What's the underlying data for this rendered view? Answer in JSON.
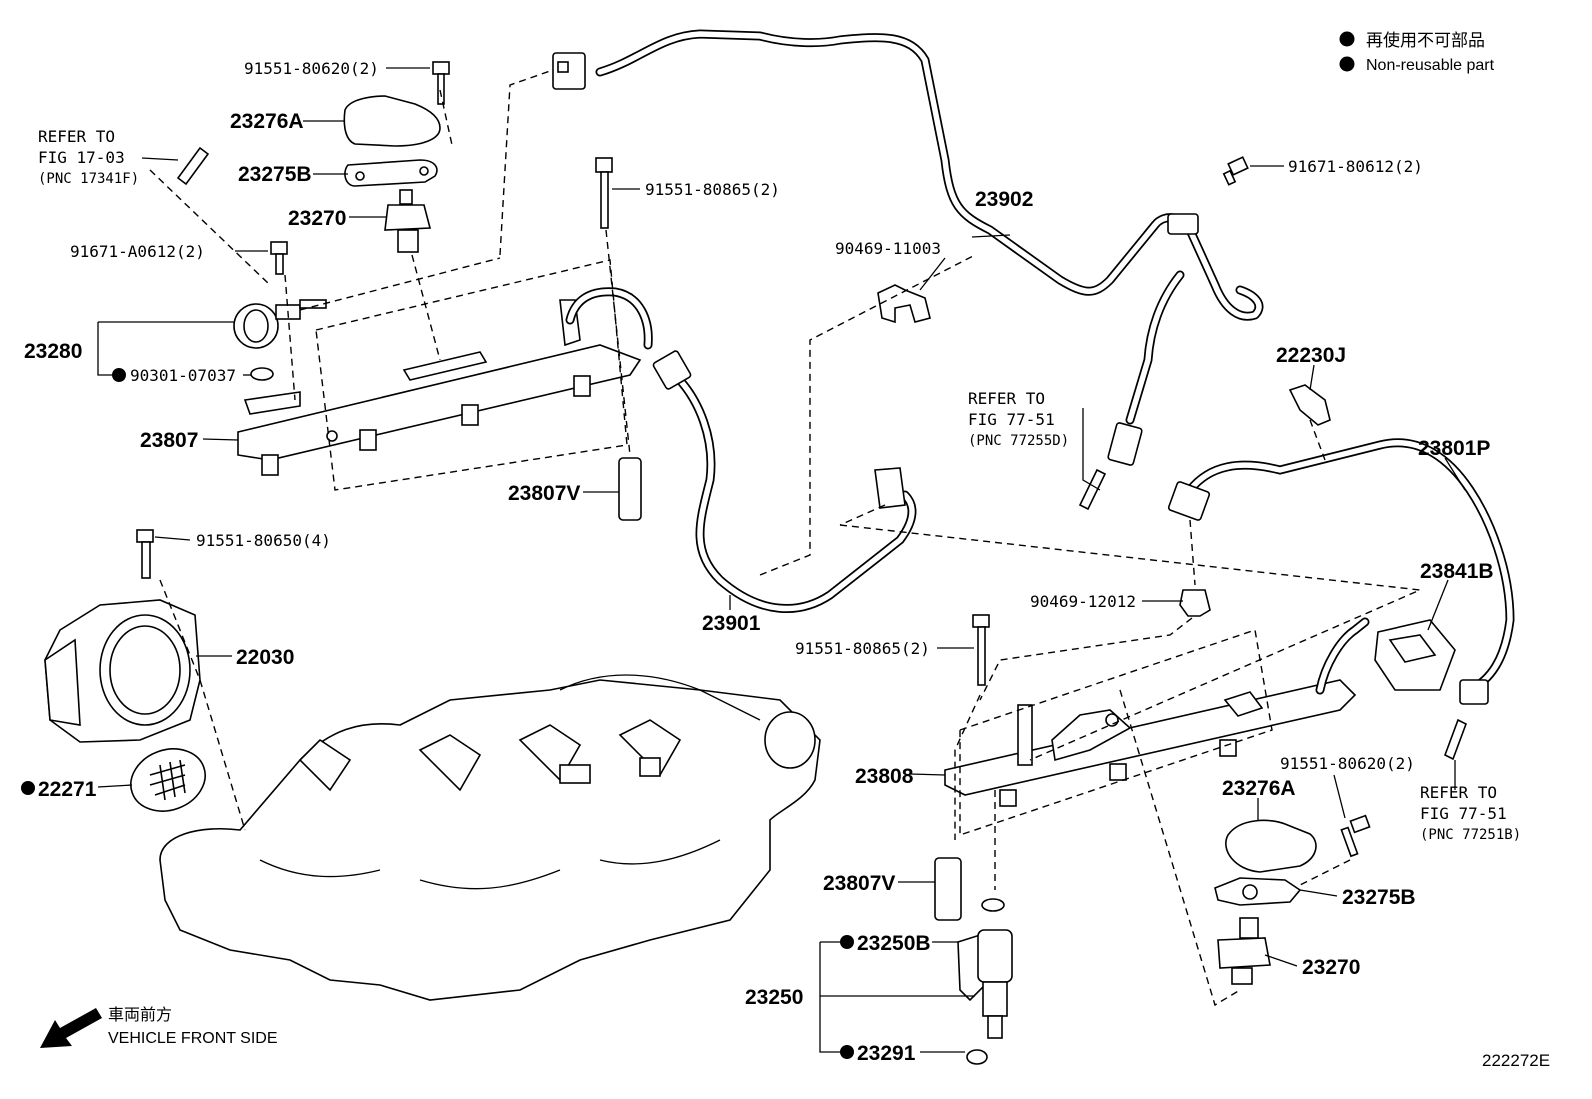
{
  "legend": {
    "jp": "再使用不可部品",
    "en": "Non-reusable part"
  },
  "vehicle_front": {
    "jp": "車両前方",
    "en": "VEHICLE FRONT SIDE"
  },
  "diagram_id": "222272E",
  "refs": {
    "ref1": {
      "line1": "REFER TO",
      "line2": "FIG 17-03",
      "line3": "(PNC 17341F)"
    },
    "ref2": {
      "line1": "REFER TO",
      "line2": "FIG 77-51",
      "line3": "(PNC 77255D)"
    },
    "ref3": {
      "line1": "REFER TO",
      "line2": "FIG 77-51",
      "line3": "(PNC 77251B)"
    }
  },
  "parts": {
    "p91551_80620_top": "91551-80620(2)",
    "p23276A_top": "23276A",
    "p23275B_top": "23275B",
    "p23270_top": "23270",
    "p91551_80865_top": "91551-80865(2)",
    "p91671_A0612": "91671-A0612(2)",
    "p23280": "23280",
    "p90301_07037": "90301-07037",
    "p23807": "23807",
    "p23807V_top": "23807V",
    "p91551_80650": "91551-80650(4)",
    "p22030": "22030",
    "p22271": "22271",
    "p23902": "23902",
    "p91671_80612": "91671-80612(2)",
    "p90469_11003": "90469-11003",
    "p22230J": "22230J",
    "p23801P": "23801P",
    "p23841B": "23841B",
    "p90469_12012": "90469-12012",
    "p23901": "23901",
    "p91551_80865_bot": "91551-80865(2)",
    "p23808": "23808",
    "p91551_80620_bot": "91551-80620(2)",
    "p23276A_bot": "23276A",
    "p23275B_bot": "23275B",
    "p23807V_bot": "23807V",
    "p23250B": "23250B",
    "p23250": "23250",
    "p23270_bot": "23270",
    "p23291": "23291"
  }
}
